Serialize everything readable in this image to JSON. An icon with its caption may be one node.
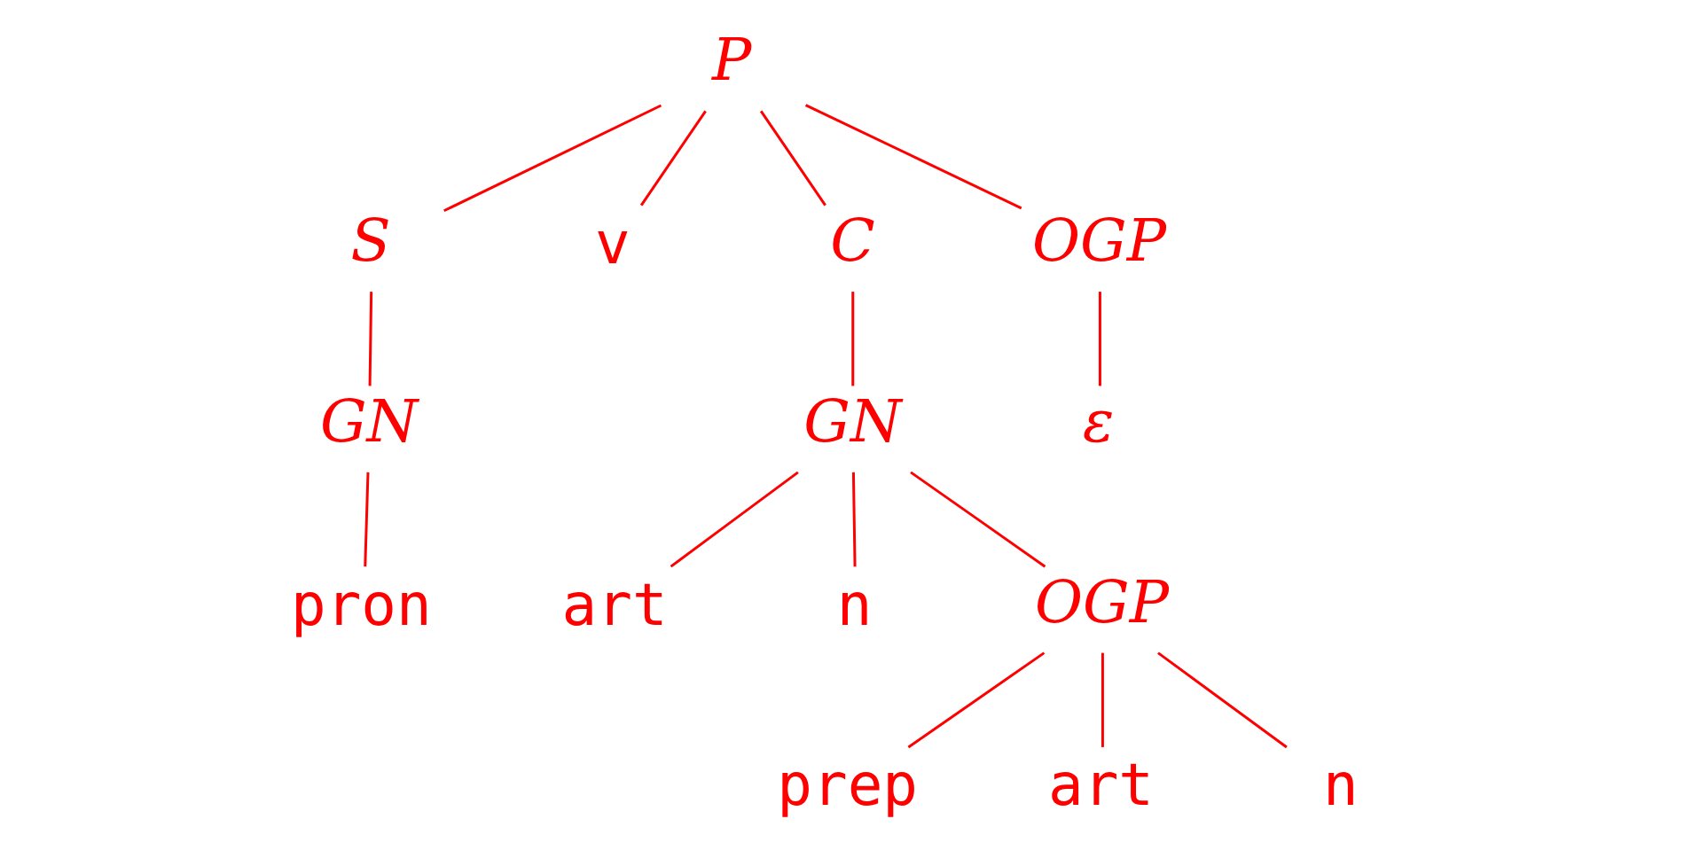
{
  "diagram": {
    "nodes": [
      {
        "text": [
          "P"
        ]
      },
      {
        "text": [
          "S"
        ]
      },
      {
        "text": [
          "v"
        ]
      },
      {
        "text": [
          "C"
        ]
      },
      {
        "text": [
          "OGP"
        ]
      },
      {
        "text": [
          "GN"
        ]
      },
      {
        "text": [
          "GN"
        ]
      },
      {
        "text": [
          "ε"
        ]
      },
      {
        "text": [
          "pron"
        ]
      },
      {
        "text": [
          "art"
        ]
      },
      {
        "text": [
          "n"
        ]
      },
      {
        "text": [
          "OGP"
        ]
      },
      {
        "text": [
          "prep"
        ]
      },
      {
        "text": [
          "art"
        ]
      },
      {
        "text": [
          "n"
        ]
      }
    ],
    "edges": [
      {
        "from": 0,
        "to": 1,
        "arrow": "none"
      },
      {
        "from": 0,
        "to": 2,
        "arrow": "none"
      },
      {
        "from": 0,
        "to": 3,
        "arrow": "none"
      },
      {
        "from": 0,
        "to": 4,
        "arrow": "none"
      },
      {
        "from": 1,
        "to": 5,
        "arrow": "none"
      },
      {
        "from": 3,
        "to": 6,
        "arrow": "none"
      },
      {
        "from": 4,
        "to": 7,
        "arrow": "none"
      },
      {
        "from": 5,
        "to": 8,
        "arrow": "none"
      },
      {
        "from": 6,
        "to": 9,
        "arrow": "none"
      },
      {
        "from": 6,
        "to": 10,
        "arrow": "none"
      },
      {
        "from": 6,
        "to": 11,
        "arrow": "none"
      },
      {
        "from": 11,
        "to": 12,
        "arrow": "none"
      },
      {
        "from": 11,
        "to": 13,
        "arrow": "none"
      },
      {
        "from": 11,
        "to": 14,
        "arrow": "none"
      }
    ]
  }
}
